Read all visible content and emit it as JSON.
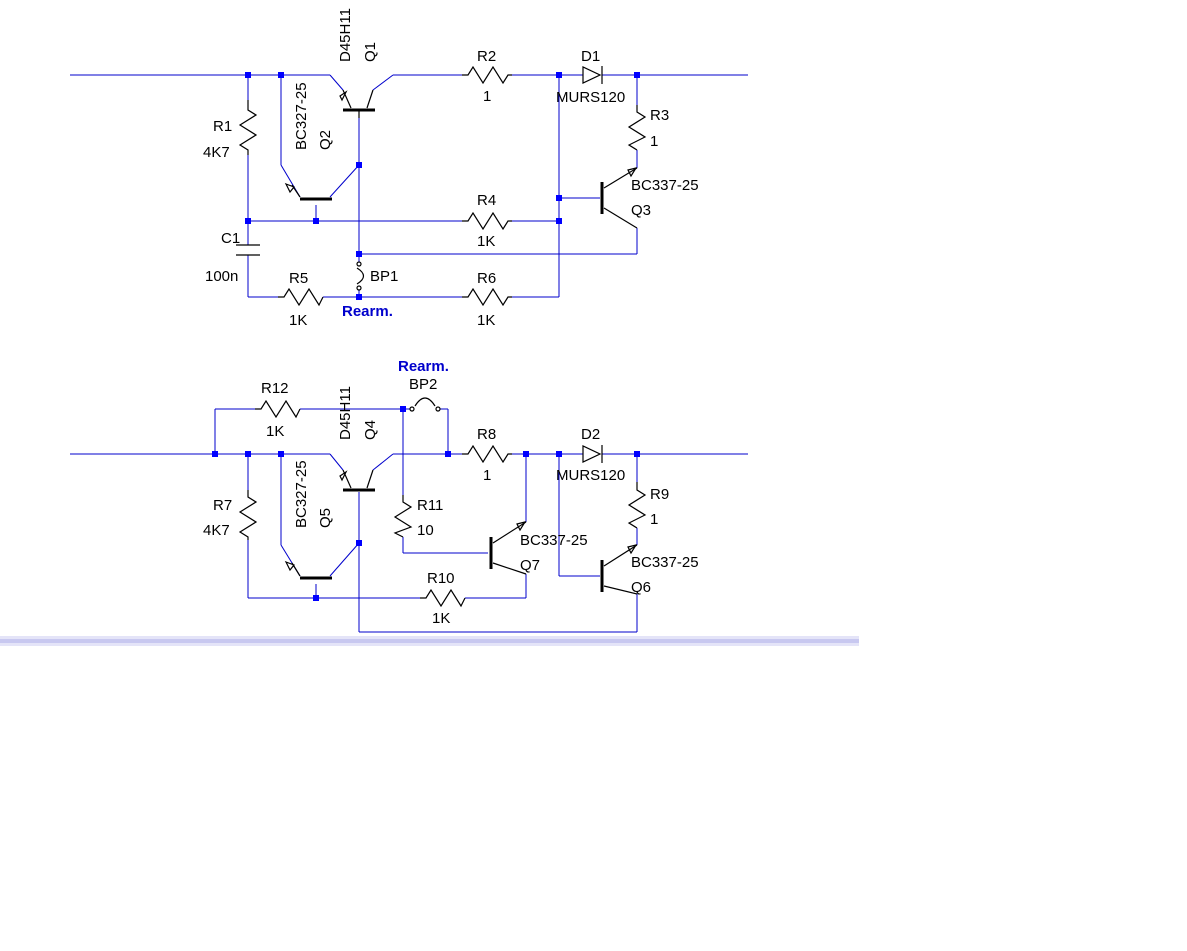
{
  "schematic": {
    "top": {
      "q1": {
        "ref": "Q1",
        "part": "D45H11"
      },
      "q2": {
        "ref": "Q2",
        "part": "BC327-25"
      },
      "q3": {
        "ref": "Q3",
        "part": "BC337-25"
      },
      "r1": {
        "ref": "R1",
        "value": "4K7"
      },
      "r2": {
        "ref": "R2",
        "value": "1"
      },
      "r3": {
        "ref": "R3",
        "value": "1"
      },
      "r4": {
        "ref": "R4",
        "value": "1K"
      },
      "r5": {
        "ref": "R5",
        "value": "1K"
      },
      "r6": {
        "ref": "R6",
        "value": "1K"
      },
      "c1": {
        "ref": "C1",
        "value": "100n"
      },
      "d1": {
        "ref": "D1",
        "part": "MURS120"
      },
      "bp1": {
        "ref": "BP1",
        "note": "Rearm."
      }
    },
    "bottom": {
      "q4": {
        "ref": "Q4",
        "part": "D45H11"
      },
      "q5": {
        "ref": "Q5",
        "part": "BC327-25"
      },
      "q6": {
        "ref": "Q6",
        "part": "BC337-25"
      },
      "q7": {
        "ref": "Q7",
        "part": "BC337-25"
      },
      "r7": {
        "ref": "R7",
        "value": "4K7"
      },
      "r8": {
        "ref": "R8",
        "value": "1"
      },
      "r9": {
        "ref": "R9",
        "value": "1"
      },
      "r10": {
        "ref": "R10",
        "value": "1K"
      },
      "r11": {
        "ref": "R11",
        "value": "10"
      },
      "r12": {
        "ref": "R12",
        "value": "1K"
      },
      "d2": {
        "ref": "D2",
        "part": "MURS120"
      },
      "bp2": {
        "ref": "BP2",
        "note": "Rearm."
      }
    }
  },
  "colors": {
    "wire": "#0000cc",
    "node": "#0000ff",
    "component": "#000000",
    "strip": "#c8c8f0"
  }
}
